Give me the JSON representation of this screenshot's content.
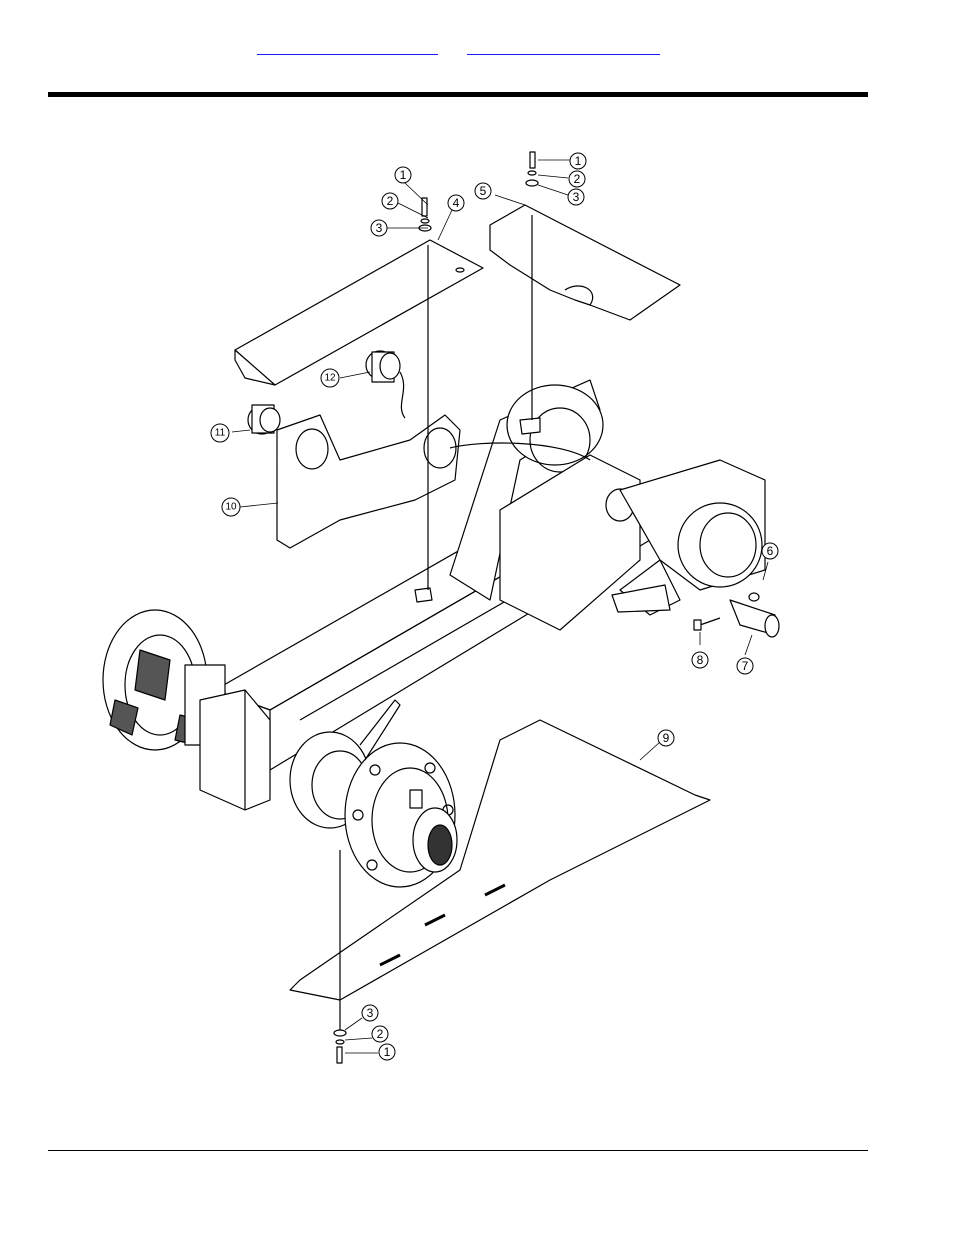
{
  "header": {
    "links": [
      "",
      ""
    ],
    "link_color": "#1a1aff"
  },
  "diagram": {
    "callouts": {
      "c1_top_left": "1",
      "c2_top_left": "2",
      "c3_top_left": "3",
      "c4": "4",
      "c1_top_right": "1",
      "c2_top_right": "2",
      "c3_top_right": "3",
      "c5": "5",
      "c6": "6",
      "c7": "7",
      "c8": "8",
      "c9": "9",
      "c10": "10",
      "c11": "11",
      "c12": "12",
      "c3_bottom": "3",
      "c2_bottom": "2",
      "c1_bottom": "1"
    }
  }
}
